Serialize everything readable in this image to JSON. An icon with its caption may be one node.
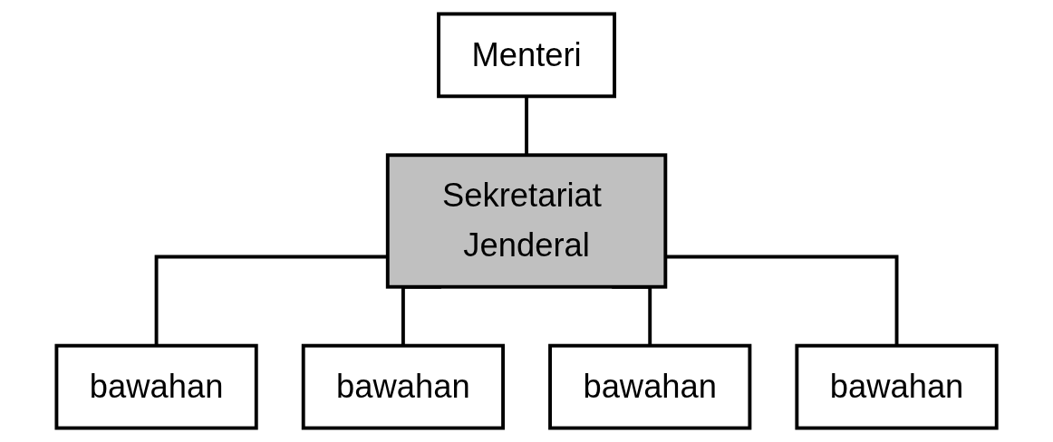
{
  "diagram": {
    "nodes": [
      {
        "text": [
          "Menteri"
        ]
      },
      {
        "text": [
          "Sekretariat Jenderal"
        ]
      },
      {
        "text": [
          "bawahan"
        ]
      },
      {
        "text": [
          "bawahan"
        ]
      },
      {
        "text": [
          "bawahan"
        ]
      },
      {
        "text": [
          "bawahan"
        ]
      }
    ],
    "edges": [
      {
        "from": 0,
        "to": 1,
        "arrow": "none"
      },
      {
        "from": 1,
        "to": 2,
        "arrow": "none"
      },
      {
        "from": 1,
        "to": 3,
        "arrow": "none"
      },
      {
        "from": 1,
        "to": 4,
        "arrow": "none"
      },
      {
        "from": 1,
        "to": 5,
        "arrow": "none"
      }
    ]
  }
}
